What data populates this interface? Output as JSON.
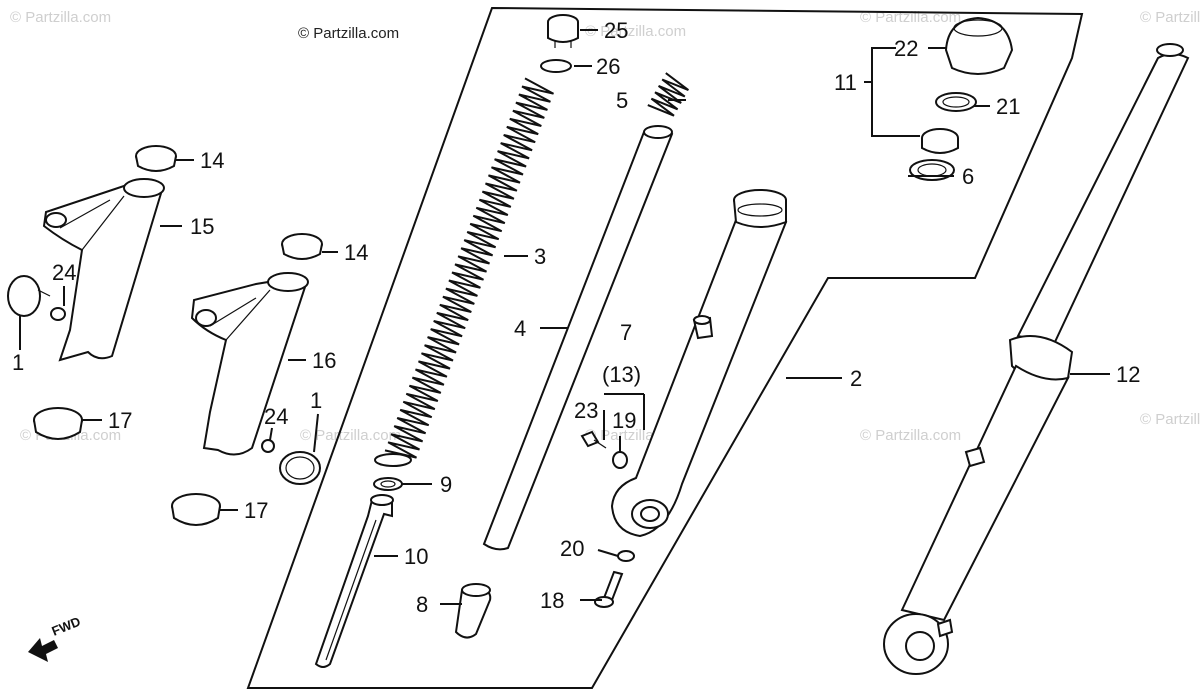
{
  "copyright": "© Partzilla.com",
  "watermark": "© Partzilla.com",
  "fwd_label": "FWD",
  "callouts": {
    "c1a": "1",
    "c1b": "1",
    "c2": "2",
    "c3": "3",
    "c4": "4",
    "c5": "5",
    "c6": "6",
    "c7": "7",
    "c8": "8",
    "c9": "9",
    "c10": "10",
    "c11": "11",
    "c12": "12",
    "c13": "(13)",
    "c14a": "14",
    "c14b": "14",
    "c15": "15",
    "c16": "16",
    "c17a": "17",
    "c17b": "17",
    "c18": "18",
    "c19": "19",
    "c20": "20",
    "c21": "21",
    "c22": "22",
    "c23": "23",
    "c24a": "24",
    "c24b": "24",
    "c25": "25",
    "c26": "26"
  }
}
